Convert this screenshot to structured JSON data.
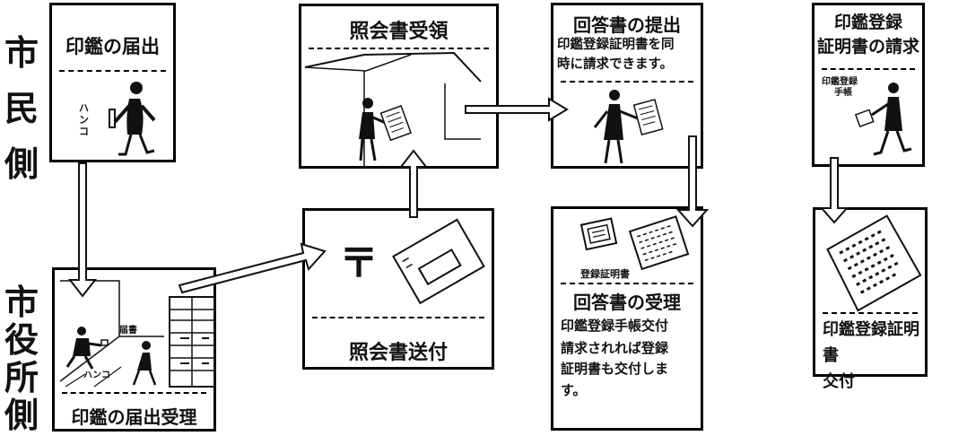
{
  "side_labels": {
    "citizen": [
      "市",
      "民",
      "側"
    ],
    "office": [
      "市",
      "役",
      "所",
      "側"
    ]
  },
  "boxes": {
    "registration": {
      "title": "印鑑の届出",
      "hanko": "ハンコ"
    },
    "office_receipt": {
      "footer": "印鑑の届出受理",
      "doc_label": "届書",
      "hanko": "ハンコ"
    },
    "inquiry_send": {
      "footer": "照会書送付",
      "postal_mark": "〒"
    },
    "inquiry_receive": {
      "title": "照会書受領"
    },
    "reply_submit": {
      "title": "回答書の提出",
      "note_lines": [
        "印鑑登録証明書を同",
        "時に請求できます。"
      ]
    },
    "reply_accept": {
      "doc_label": "登録証明書",
      "title": "回答書の受理",
      "subtitle": "印鑑登録手帳交付",
      "note_lines": [
        "請求されれば登録",
        "証明書も交付しま",
        "す。"
      ]
    },
    "cert_request": {
      "title_lines": [
        "印鑑登録",
        "証明書の請求"
      ],
      "notebook_lines": [
        "印鑑登録",
        "手帳"
      ]
    },
    "cert_issue": {
      "footer_lines": [
        "印鑑登録証明書",
        "交付"
      ]
    }
  }
}
